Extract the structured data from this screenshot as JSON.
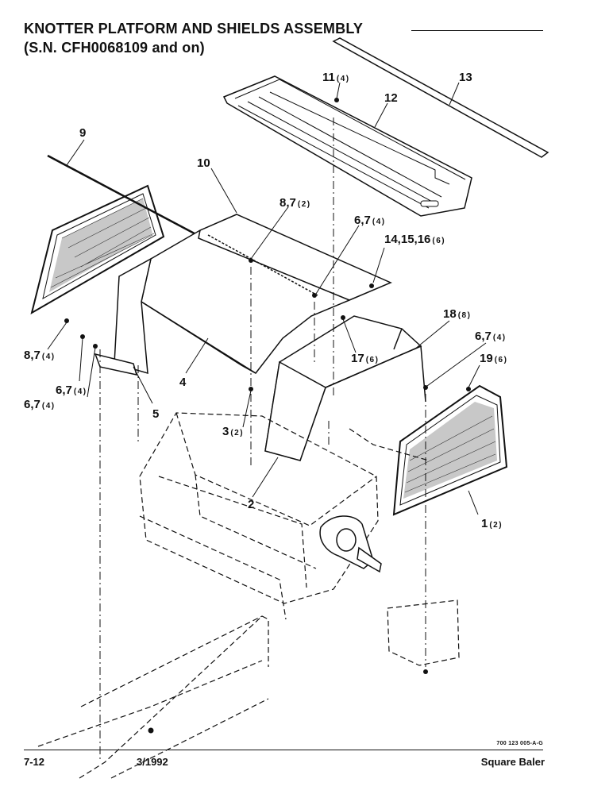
{
  "title": {
    "line1": "KNOTTER PLATFORM AND SHIELDS ASSEMBLY",
    "line2": "(S.N. CFH0068109 and on)"
  },
  "callouts": [
    {
      "id": "c13",
      "num": "13",
      "qty": ""
    },
    {
      "id": "c11",
      "num": "11",
      "qty": "(4)"
    },
    {
      "id": "c12",
      "num": "12",
      "qty": ""
    },
    {
      "id": "c9",
      "num": "9",
      "qty": ""
    },
    {
      "id": "c10",
      "num": "10",
      "qty": ""
    },
    {
      "id": "c87a",
      "num": "8,7",
      "qty": "(2)"
    },
    {
      "id": "c67a",
      "num": "6,7",
      "qty": "(4)"
    },
    {
      "id": "c141516",
      "num": "14,15,16",
      "qty": "(6)"
    },
    {
      "id": "c18",
      "num": "18",
      "qty": "(8)"
    },
    {
      "id": "c67b",
      "num": "6,7",
      "qty": "(4)"
    },
    {
      "id": "c87b",
      "num": "8,7",
      "qty": "(4)"
    },
    {
      "id": "c17",
      "num": "17",
      "qty": "(6)"
    },
    {
      "id": "c19",
      "num": "19",
      "qty": "(6)"
    },
    {
      "id": "c4",
      "num": "4",
      "qty": ""
    },
    {
      "id": "c67c",
      "num": "6,7",
      "qty": "(4)"
    },
    {
      "id": "c67d",
      "num": "6,7",
      "qty": "(4)"
    },
    {
      "id": "c5",
      "num": "5",
      "qty": ""
    },
    {
      "id": "c3",
      "num": "3",
      "qty": "(2)"
    },
    {
      "id": "c2",
      "num": "2",
      "qty": ""
    },
    {
      "id": "c1",
      "num": "1",
      "qty": "(2)"
    }
  ],
  "drawing_code": "700 123 005-A-G",
  "footer": {
    "page": "7-12",
    "date": "3/1992",
    "model": "Square Baler"
  }
}
